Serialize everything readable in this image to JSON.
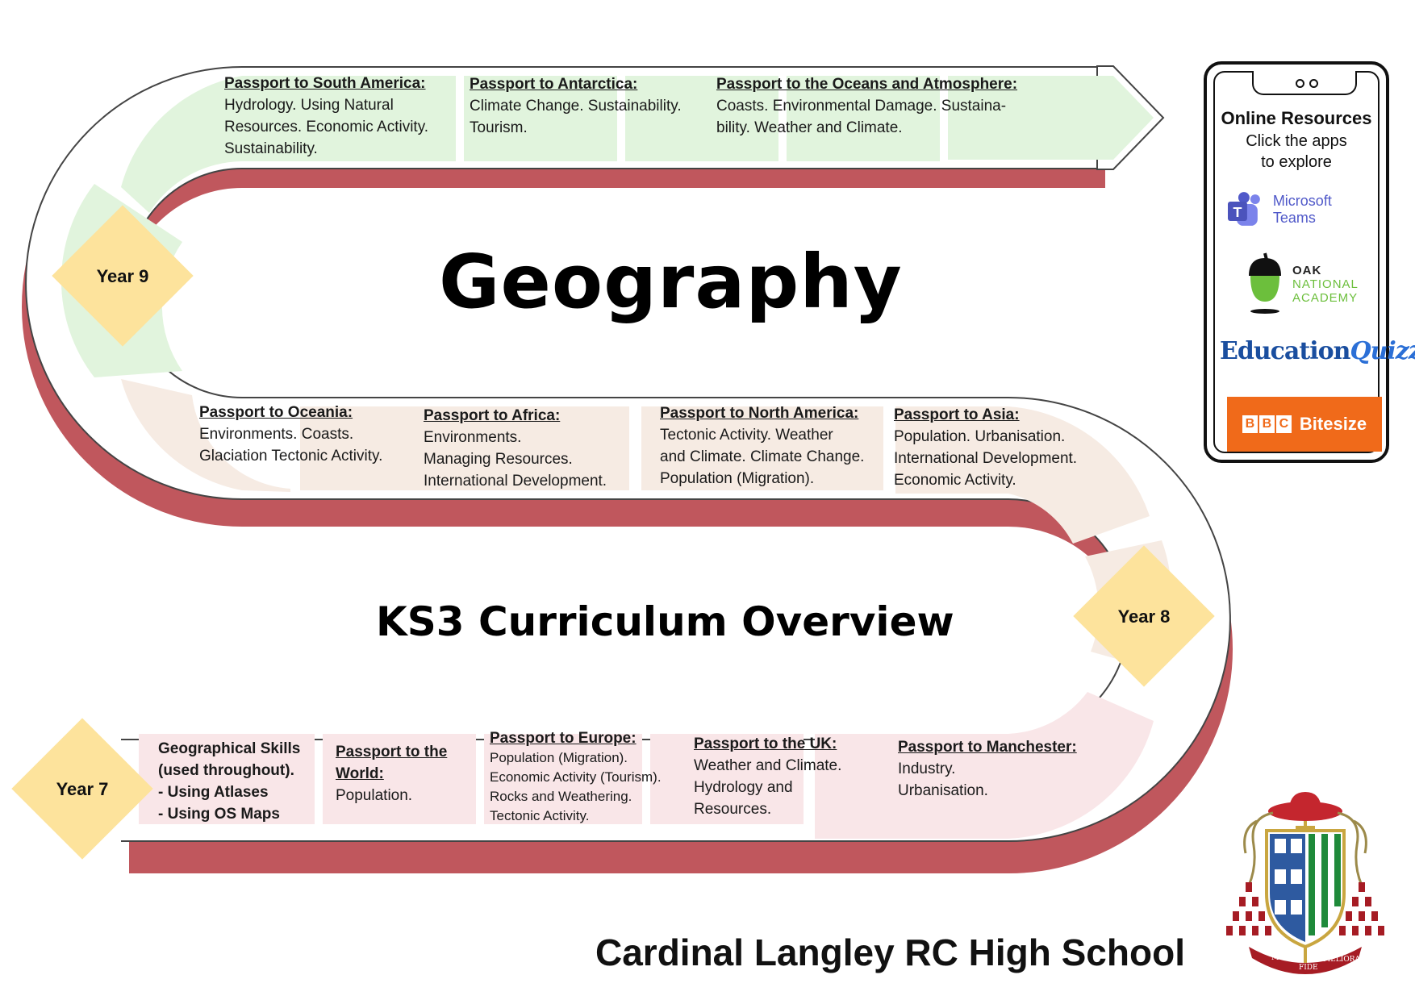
{
  "title": "Geography",
  "subtitle": "KS3 Curriculum Overview",
  "school_name": "Cardinal Langley RC High School",
  "colors": {
    "shadow": "#c0575d",
    "year9_band": "#e1f4dd",
    "year8_band": "#f6ebe3",
    "year7_band": "#f9e6e8",
    "diamond": "#fde39c",
    "bbc": "#f06a1a"
  },
  "years": {
    "y9": "Year 9",
    "y8": "Year 8",
    "y7": "Year 7"
  },
  "year9": [
    {
      "title": "Passport to South America:",
      "lines": [
        "Hydrology. Using Natural",
        "Resources. Economic Activity.",
        "Sustainability."
      ]
    },
    {
      "title": "Passport to Antarctica:",
      "lines": [
        "Climate Change. Sustainability.",
        "Tourism."
      ]
    },
    {
      "title": "Passport to the Oceans and Atmosphere:",
      "lines": [
        "Coasts. Environmental Damage. Sustaina-",
        "bility. Weather and Climate."
      ]
    }
  ],
  "year8": [
    {
      "title": "Passport to Oceania:",
      "lines": [
        "Environments. Coasts.",
        "Glaciation  Tectonic Activity."
      ]
    },
    {
      "title": "Passport to Africa:",
      "lines": [
        "Environments.",
        "Managing Resources.",
        "International Development."
      ]
    },
    {
      "title": "Passport to North America:",
      "lines": [
        "Tectonic Activity. Weather",
        "and Climate. Climate Change.",
        "Population (Migration)."
      ]
    },
    {
      "title": "Passport to Asia:",
      "lines": [
        "Population. Urbanisation.",
        "International Development.",
        "Economic Activity."
      ]
    }
  ],
  "year7": {
    "skills": [
      "Geographical Skills",
      "(used throughout).",
      "- Using Atlases",
      "- Using OS Maps"
    ],
    "topics": [
      {
        "title": "Passport to the",
        "title2": "World:",
        "lines": [
          "Population."
        ]
      },
      {
        "title": "Passport to Europe:",
        "lines": [
          "Population (Migration).",
          "Economic Activity (Tourism).",
          "Rocks and Weathering.",
          "Tectonic Activity."
        ]
      },
      {
        "title": "Passport to the UK:",
        "lines": [
          "Weather and Climate.",
          "Hydrology and",
          "Resources."
        ]
      },
      {
        "title": "Passport to Manchester:",
        "lines": [
          "Industry.",
          "Urbanisation."
        ]
      }
    ]
  },
  "online": {
    "title": "Online Resources",
    "sub1": "Click the apps",
    "sub2": "to explore",
    "apps": {
      "teams": "Microsoft Teams",
      "oak": [
        "OAK",
        "NATIONAL",
        "ACADEMY"
      ],
      "eq": [
        "Education",
        "Quizzes"
      ],
      "bbc": {
        "letters": [
          "B",
          "B",
          "C"
        ],
        "label": "Bitesize"
      }
    }
  },
  "crest_motto": [
    "MONITI",
    "FIDE",
    "MELIORA"
  ]
}
